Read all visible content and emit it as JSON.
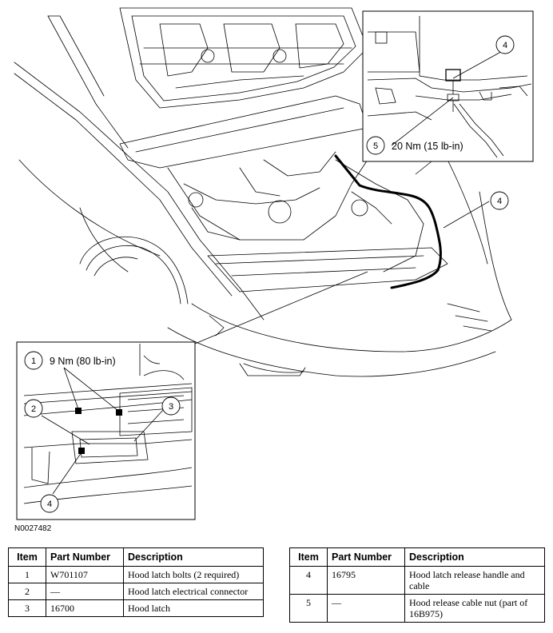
{
  "figure": {
    "id": "N0027482",
    "callouts": {
      "c1": "1",
      "c2": "2",
      "c3": "3",
      "c4a": "4",
      "c4b": "4",
      "c4c": "4",
      "c5": "5"
    },
    "torque_labels": {
      "bolts": "9 Nm (80 lb-in)",
      "nut": "20 Nm (15 lb-in)"
    }
  },
  "table_headers": {
    "item": "Item",
    "part_number": "Part Number",
    "description": "Description"
  },
  "parts_left": [
    {
      "item": "1",
      "part_number": "W701107",
      "description": "Hood latch bolts (2 required)"
    },
    {
      "item": "2",
      "part_number": "—",
      "description": "Hood latch electrical connector"
    },
    {
      "item": "3",
      "part_number": "16700",
      "description": "Hood latch"
    }
  ],
  "parts_right": [
    {
      "item": "4",
      "part_number": "16795",
      "description": "Hood latch release handle and cable"
    },
    {
      "item": "5",
      "part_number": "—",
      "description": "Hood release cable nut (part of 16B975)"
    }
  ]
}
